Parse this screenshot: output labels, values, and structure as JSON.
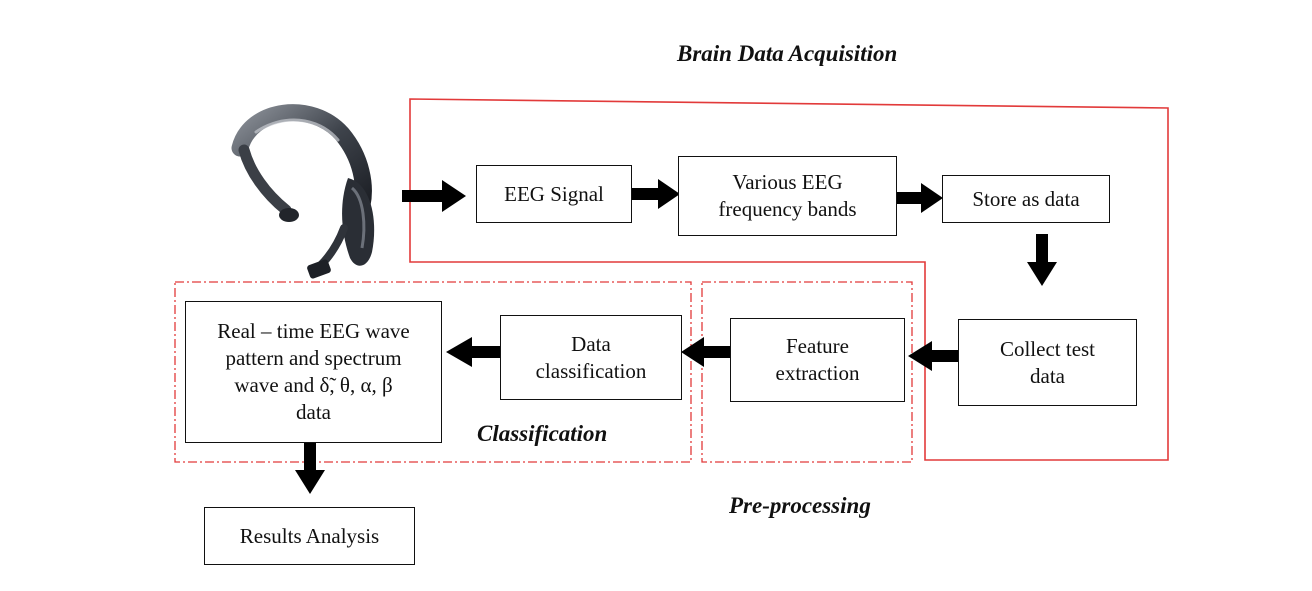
{
  "sections": {
    "acquisition": "Brain Data Acquisition",
    "classification": "Classification",
    "preprocessing": "Pre-processing"
  },
  "boxes": {
    "eeg_signal": "EEG Signal",
    "frequency_bands": "Various EEG\nfrequency bands",
    "store_data": "Store as data",
    "collect_test": "Collect test\ndata",
    "feature_extraction": "Feature\nextraction",
    "data_classification": "Data\nclassification",
    "realtime_wave": "Real – time EEG wave\npattern and spectrum\nwave and δ̃, θ, α, β\ndata",
    "results_analysis": "Results Analysis"
  },
  "colors": {
    "acquisition_border": "#e23a3a",
    "dashed_border": "#e23a3a",
    "arrow": "#000000"
  },
  "icons": {
    "headset": "eeg-headset-icon"
  }
}
